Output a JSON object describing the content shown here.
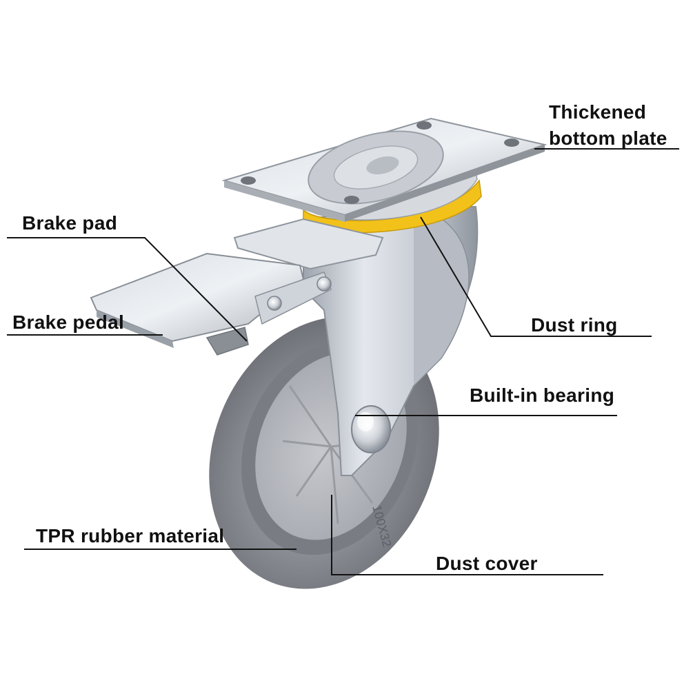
{
  "labels": {
    "thickened_bottom_plate": [
      "Thickened",
      "bottom plate"
    ],
    "brake_pad": "Brake pad",
    "brake_pedal": "Brake pedal",
    "dust_ring": "Dust ring",
    "built_in_bearing": "Built-in bearing",
    "tpr_rubber_material": "TPR rubber material",
    "dust_cover": "Dust cover"
  },
  "wheel_marking": "100X32",
  "colors": {
    "leader_line": "#111111",
    "label_text": "#111111",
    "tire": "#7d7f86",
    "hub": "#b3b5bb",
    "steel": "#c9ced6",
    "dust_ring": "#f2c21a"
  }
}
